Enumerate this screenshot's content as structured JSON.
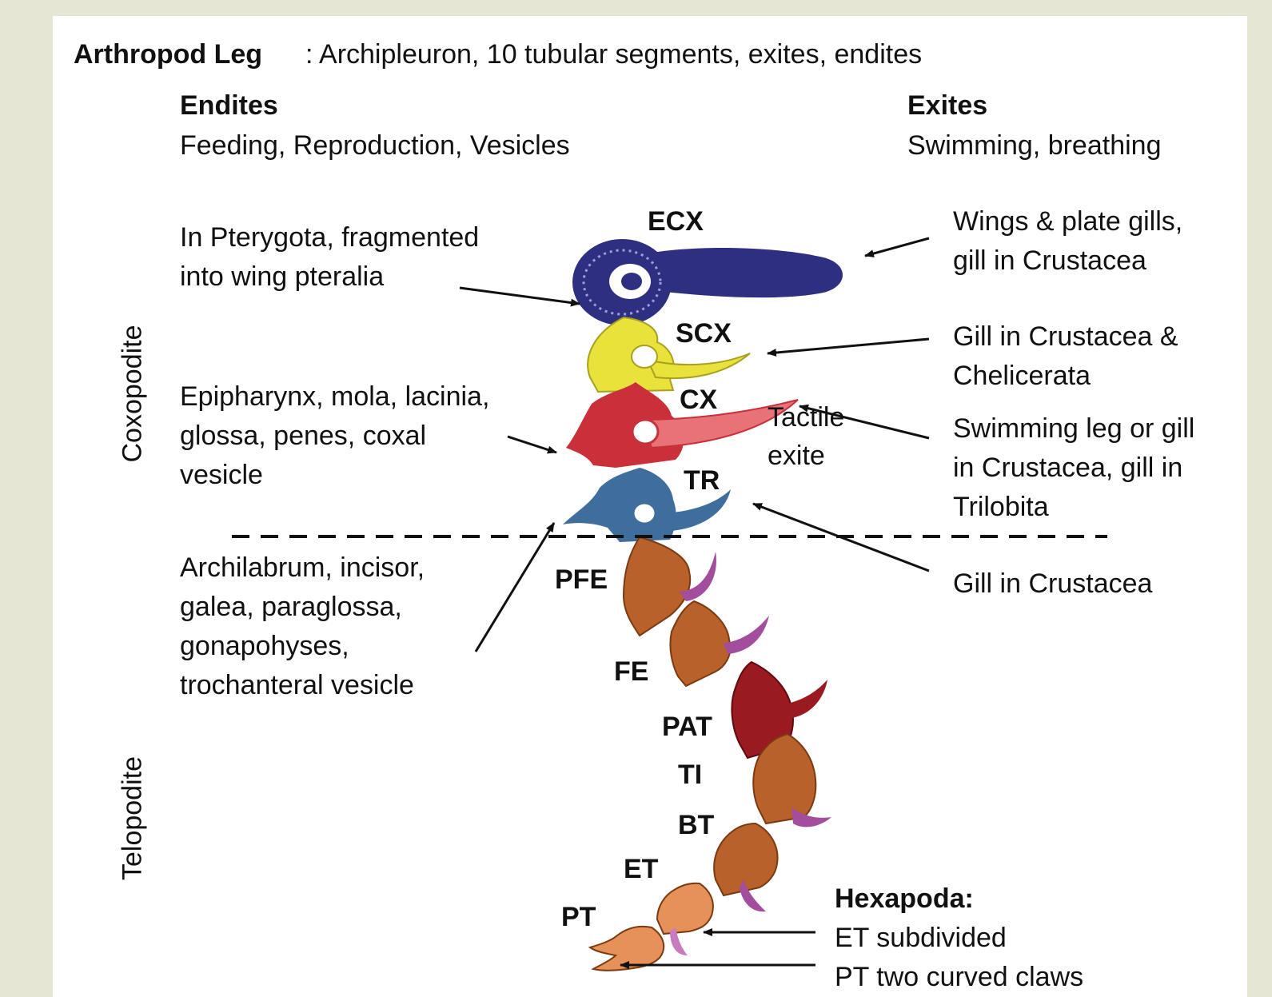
{
  "header": {
    "title": "Arthropod Leg",
    "subtitle": ": Archipleuron, 10 tubular segments, exites, endites"
  },
  "endites": {
    "heading": "Endites",
    "functions": "Feeding, Reproduction, Vesicles"
  },
  "exites": {
    "heading": "Exites",
    "functions": "Swimming, breathing"
  },
  "regions": {
    "upper": "Coxopodite",
    "lower": "Telopodite"
  },
  "segments": {
    "ecx": "ECX",
    "scx": "SCX",
    "cx": "CX",
    "tr": "TR",
    "pfe": "PFE",
    "fe": "FE",
    "pat": "PAT",
    "ti": "TI",
    "bt": "BT",
    "et": "ET",
    "pt": "PT"
  },
  "left_notes": {
    "pterygota_1": "In Pterygota, fragmented",
    "pterygota_2": "into wing pteralia",
    "epipharynx_1": "Epipharynx, mola, lacinia,",
    "epipharynx_2": "glossa, penes, coxal",
    "epipharynx_3": "vesicle",
    "archilabrum_1": "Archilabrum, incisor,",
    "archilabrum_2": "galea, paraglossa,",
    "archilabrum_3": "gonapohyses,",
    "archilabrum_4": "trochanteral vesicle"
  },
  "right_notes": {
    "wings_1": "Wings & plate gills,",
    "wings_2": "gill in Crustacea",
    "gill_chel_1": "Gill in Crustacea &",
    "gill_chel_2": "Chelicerata",
    "swim_1": "Swimming leg or gill",
    "swim_2": "in Crustacea, gill in",
    "swim_3": "Trilobita",
    "gill_crust": "Gill in Crustacea"
  },
  "tactile": {
    "line1": "Tactile",
    "line2": "exite"
  },
  "hexapoda": {
    "heading": "Hexapoda:",
    "line1": "ET subdivided",
    "line2": "PT two curved claws"
  },
  "colors": {
    "ecx": "#2f2f82",
    "scx": "#e9e23a",
    "cx": "#c9303a",
    "cx_exite": "#e77278",
    "tr": "#3f6e9c",
    "pfe": "#b8612a",
    "pat": "#9a1a22",
    "claw": "#a24e9c",
    "pt": "#e7915a"
  }
}
